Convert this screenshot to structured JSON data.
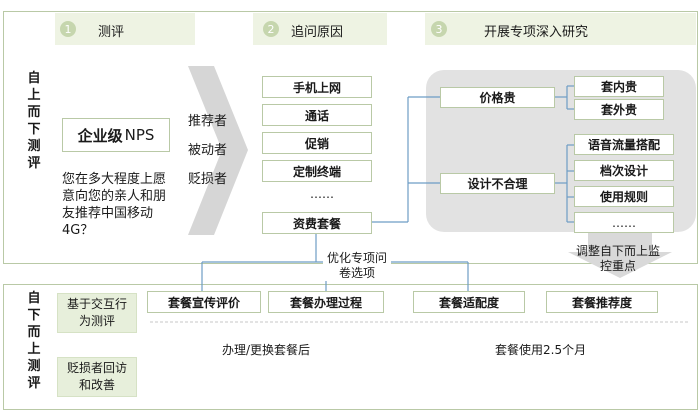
{
  "steps": [
    {
      "num": "1",
      "label": "测评"
    },
    {
      "num": "2",
      "label": "追问原因"
    },
    {
      "num": "3",
      "label": "开展专项深入研究"
    }
  ],
  "top_section_label": "自上而下测评",
  "bottom_section_label": "自下而上测评",
  "nps": {
    "title_main": "企业级",
    "title_suffix": "NPS",
    "question": "您在多大程度上愿意向您的亲人和朋友推荐中国移动4G？"
  },
  "respondent_types": [
    "推荐者",
    "被动者",
    "贬损者"
  ],
  "reasons": [
    "手机上网",
    "通话",
    "促销",
    "定制终端",
    "……",
    "资费套餐"
  ],
  "research": {
    "price_expensive": "价格贵",
    "price_sub": [
      "套内贵",
      "套外贵"
    ],
    "design_unreasonable": "设计不合理",
    "design_sub": [
      "语音流量搭配",
      "档次设计",
      "使用规则",
      "……"
    ]
  },
  "optimize_label": "优化专项问卷选项",
  "adjust_label": "调整自下而上监控重点",
  "bottom_left": [
    "基于交互行为测评",
    "贬损者回访和改善"
  ],
  "bottom_items": [
    "套餐宣传评价",
    "套餐办理过程",
    "套餐适配度",
    "套餐推荐度"
  ],
  "timing_notes": [
    "办理/更换套餐后",
    "套餐使用2.5个月"
  ],
  "colors": {
    "panel_border": "#b9c9a6",
    "panel_header": "#eef3e3",
    "green_box": "#e7efdb",
    "gray_area": "#e2e2e2",
    "arrow_gray": "#d6d6d6",
    "line_blue": "#6d9dc5"
  }
}
